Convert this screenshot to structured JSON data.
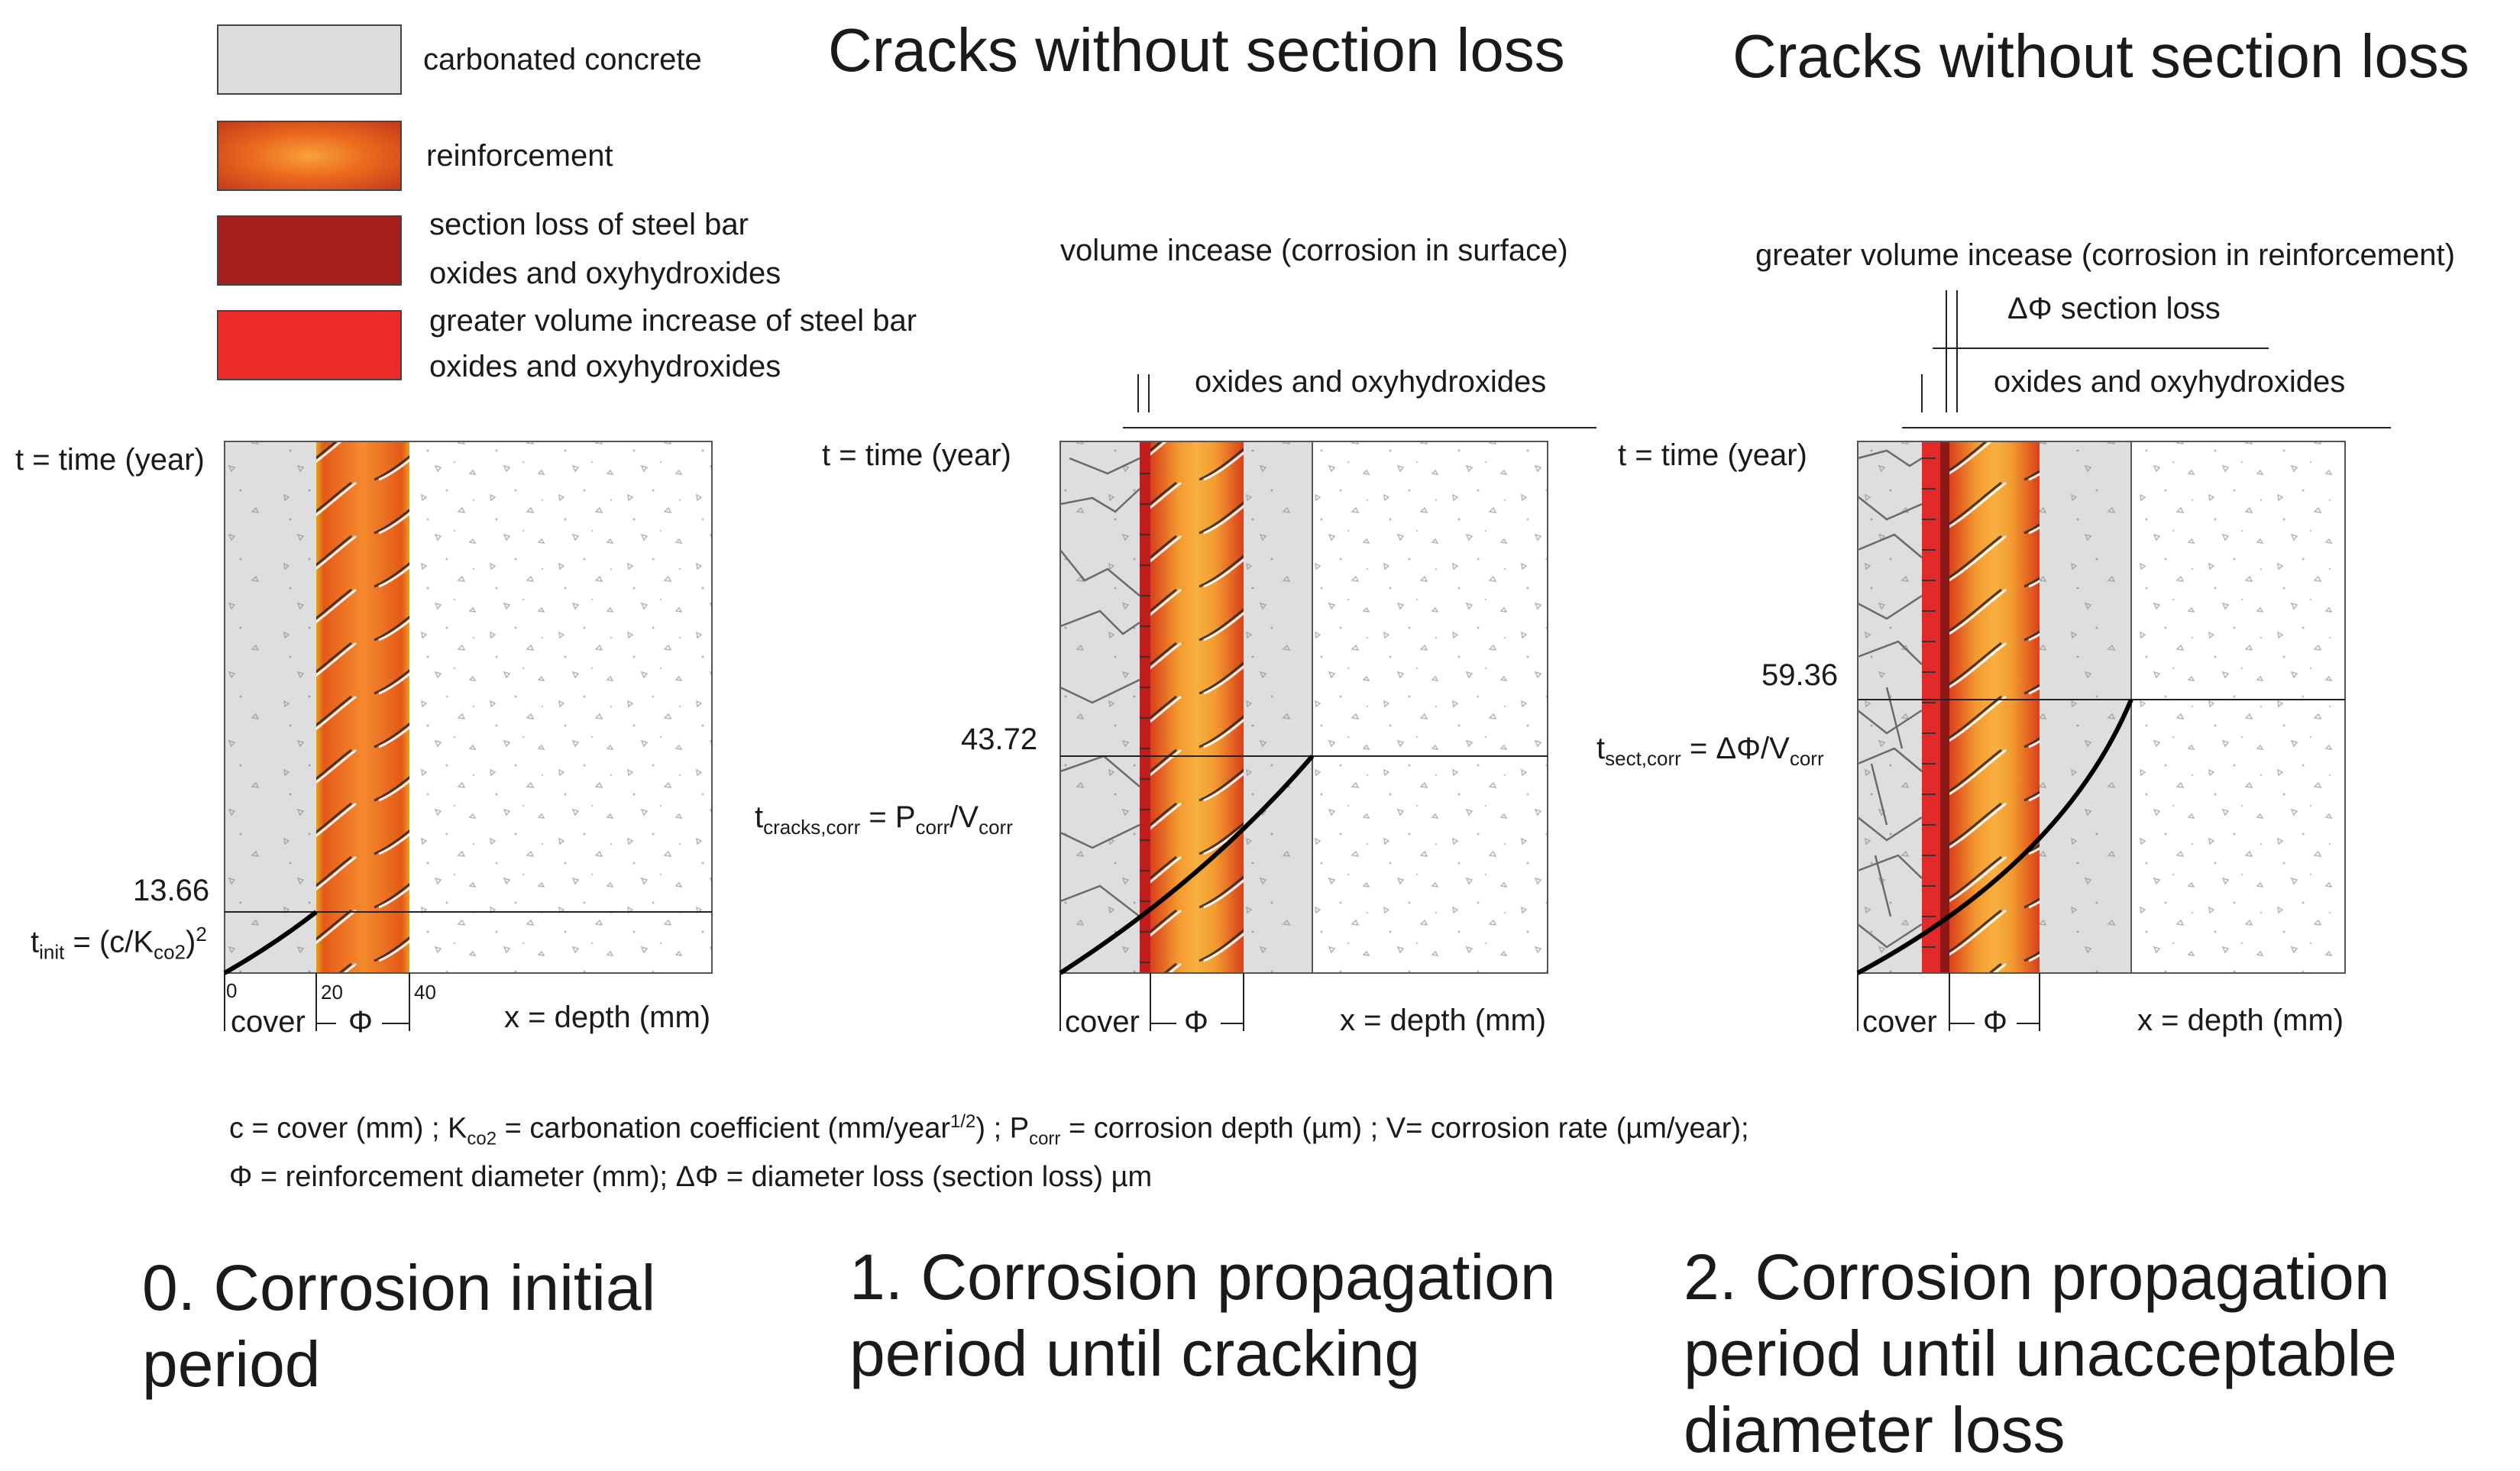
{
  "legend": [
    {
      "key": "carbonated",
      "lines": [
        "carbonated concrete"
      ],
      "color": "#dcdcdc"
    },
    {
      "key": "reinforcement",
      "lines": [
        "reinforcement"
      ],
      "color": "#f07a28"
    },
    {
      "key": "section_loss",
      "lines": [
        "section loss of steel bar",
        "oxides and oxyhydroxides"
      ],
      "color": "#a51d1d"
    },
    {
      "key": "greater_volume",
      "lines": [
        "greater volume increase of steel bar",
        "oxides and oxyhydroxides"
      ],
      "color": "#ee2a2a"
    }
  ],
  "titles": [
    "Cracks without section loss",
    "Cracks without section loss"
  ],
  "panel0": {
    "time_label": "t = time (year)",
    "value": "13.66",
    "formula_lhs": "t",
    "formula_sub": "init",
    "formula_rest": " = (c/K",
    "formula_sub2": "co2",
    "formula_end": ")",
    "formula_sup": "2",
    "tick0": "0",
    "tick20": "20",
    "tick40": "40",
    "cover": "cover",
    "phi": "Φ",
    "xlabel": "x = depth (mm)"
  },
  "panel1": {
    "annotation": "volume incease (corrosion in surface)",
    "oxides": "oxides and oxyhydroxides",
    "time_label": "t = time (year)",
    "value": "43.72",
    "formula_lhs": "t",
    "formula_sub": "cracks,corr",
    "formula_rest": " = P",
    "formula_sub2": "corr",
    "formula_mid": "/V",
    "formula_sub3": "corr",
    "cover": "cover",
    "phi": "Φ",
    "xlabel": "x = depth (mm)"
  },
  "panel2": {
    "annotation": "greater volume incease (corrosion in reinforcement)",
    "section_loss": "ΔΦ  section loss",
    "oxides": "oxides and oxyhydroxides",
    "time_label": "t = time (year)",
    "value": "59.36",
    "formula_lhs": "t",
    "formula_sub": "sect,corr",
    "formula_rest": " = ΔΦ/V",
    "formula_sub2": "corr",
    "cover": "cover",
    "phi": "Φ",
    "xlabel": "x = depth (mm)"
  },
  "notes": {
    "line1_a": "c = cover (mm) ; K",
    "line1_sub": "co2",
    "line1_b": " = carbonation coefficient (mm/year",
    "line1_sup": "1/2",
    "line1_c": ") ; P",
    "line1_sub2": "corr",
    "line1_d": " = corrosion depth (µm) ; V= corrosion rate (µm/year);",
    "line2": "Φ = reinforcement diameter (mm); ΔΦ = diameter loss (section loss) µm"
  },
  "captions": [
    "0. Corrosion initial period",
    "1. Corrosion propagation period until cracking",
    "2. Corrosion propagation period until unacceptable diameter loss"
  ]
}
